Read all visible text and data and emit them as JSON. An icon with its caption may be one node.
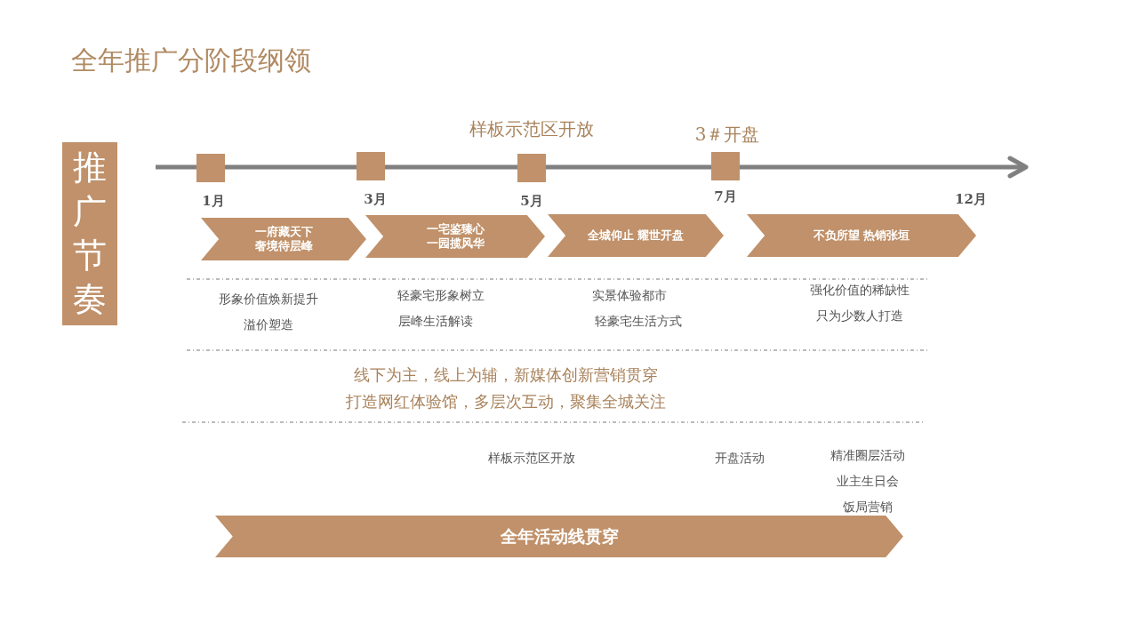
{
  "diagram": {
    "title": "全年推广分阶段纲领",
    "nodes": [
      {
        "text": [
          "推广节奏"
        ]
      },
      {
        "text": [],
        "shape": "box",
        "beside": [
          "1月"
        ]
      },
      {
        "text": [],
        "shape": "box",
        "beside": [
          "3月"
        ]
      },
      {
        "text": [],
        "shape": "box",
        "beside": [
          "样板示范区开放",
          "5月"
        ]
      },
      {
        "text": [],
        "shape": "box",
        "beside": [
          "3＃开盘",
          "7月"
        ]
      },
      {
        "text": [
          "一府藏天下",
          "奢境待层峰"
        ]
      },
      {
        "text": [
          "一宅鉴臻心",
          "一园揽风华"
        ]
      },
      {
        "text": [
          "全城仰止 耀世开盘"
        ]
      },
      {
        "text": [
          "不负所望 热销张垣"
        ]
      },
      {
        "text": [
          "全年活动线贯穿"
        ]
      }
    ],
    "edges": [],
    "labels": [
      "12月",
      "形象价值焕新提升",
      "溢价塑造",
      "轻豪宅形象树立",
      "层峰生活解读",
      "实景体验都市",
      "轻豪宅生活方式",
      "强化价值的稀缺性",
      "只为少数人打造",
      "线下为主，线上为辅，新媒体创新营销贯穿",
      "打造网红体验馆，多层次互动，聚集全城关注",
      "样板示范区开放",
      "开盘活动",
      "精准圈层活动",
      "业主生日会",
      "饭局营销"
    ]
  }
}
